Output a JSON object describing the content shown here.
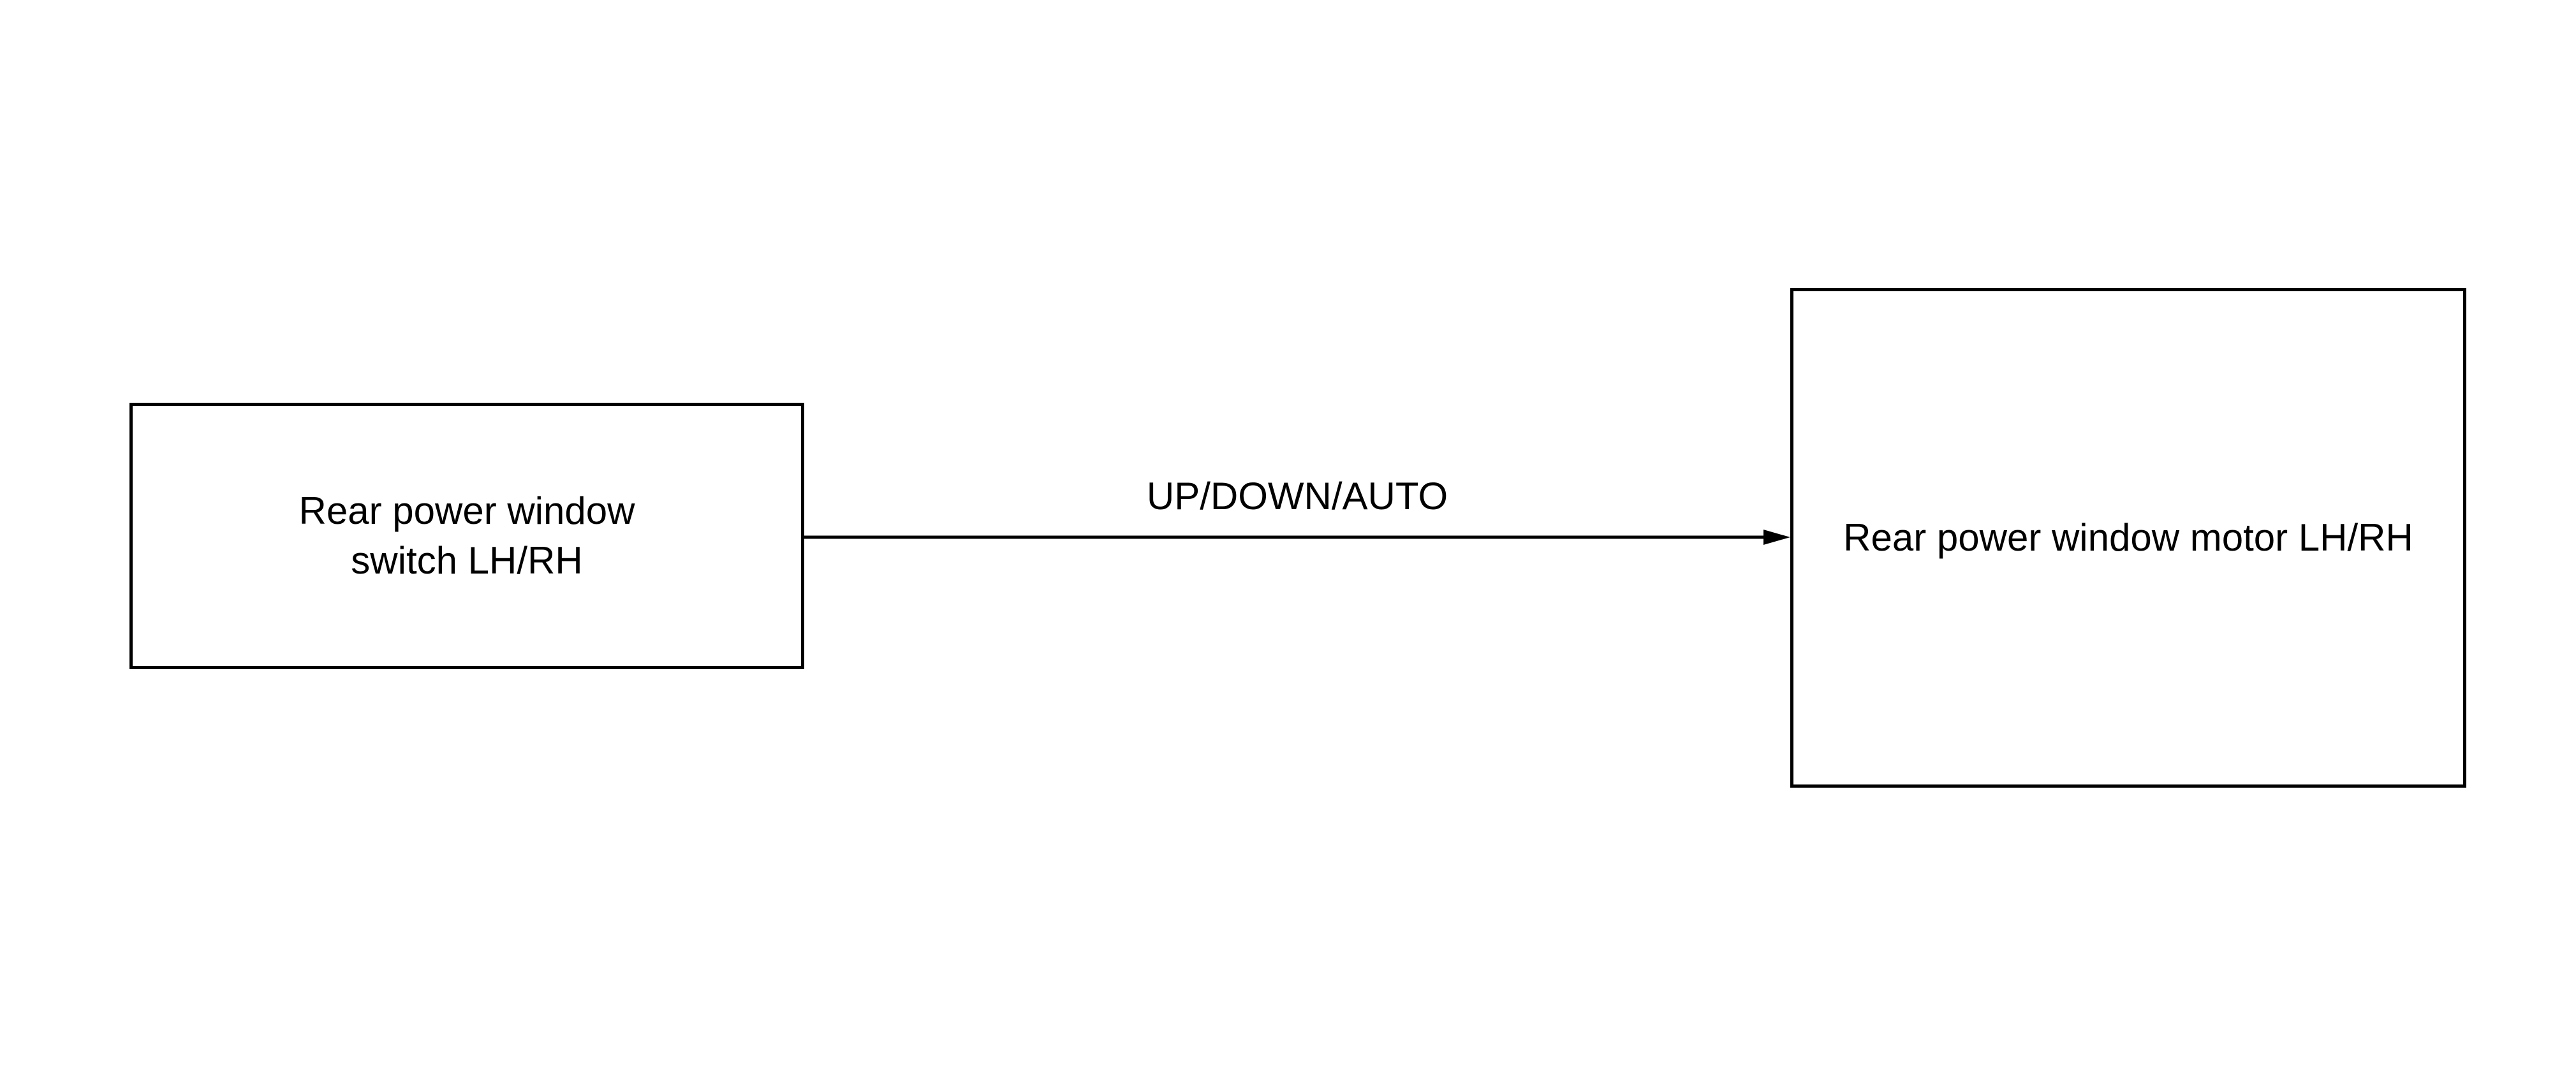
{
  "diagram": {
    "blocks": [
      {
        "id": "switch",
        "label": "Rear power window\nswitch LH/RH"
      },
      {
        "id": "motor",
        "label": "Rear power window motor LH/RH"
      }
    ],
    "connections": [
      {
        "from": "switch",
        "to": "motor",
        "label": "UP/DOWN/AUTO",
        "arrow": "to"
      }
    ],
    "colors": {
      "line": "#000000",
      "background": "#ffffff"
    }
  }
}
